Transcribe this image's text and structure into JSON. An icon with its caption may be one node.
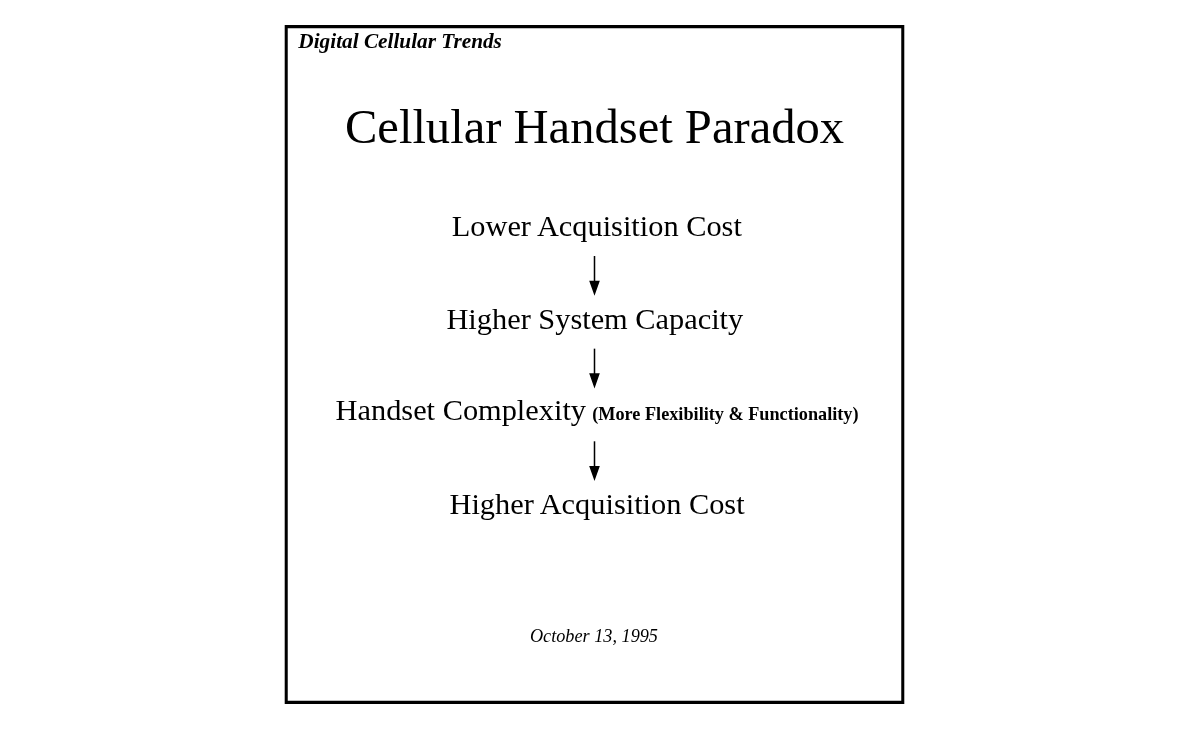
{
  "diagram": {
    "nodes": [
      {
        "text": [
          "Digital Cellular Trends"
        ],
        "beside": [
          "October 13, 1995"
        ]
      },
      {
        "text": [
          "Lower Acquisition Cost"
        ],
        "in": 0
      },
      {
        "text": [
          "Higher System Capacity"
        ],
        "in": 0
      },
      {
        "text": [
          "Handset Complexity",
          "(More Flexibility & Functionality)"
        ],
        "in": 0
      },
      {
        "text": [
          "Higher Acquisition Cost"
        ],
        "in": 0
      }
    ],
    "edges": [
      {
        "from": 1,
        "to": 2,
        "arrow": "to"
      },
      {
        "from": 2,
        "to": 3,
        "arrow": "to"
      },
      {
        "from": 3,
        "to": 4,
        "arrow": "to"
      }
    ],
    "labels": [
      "Cellular Handset Paradox"
    ]
  }
}
